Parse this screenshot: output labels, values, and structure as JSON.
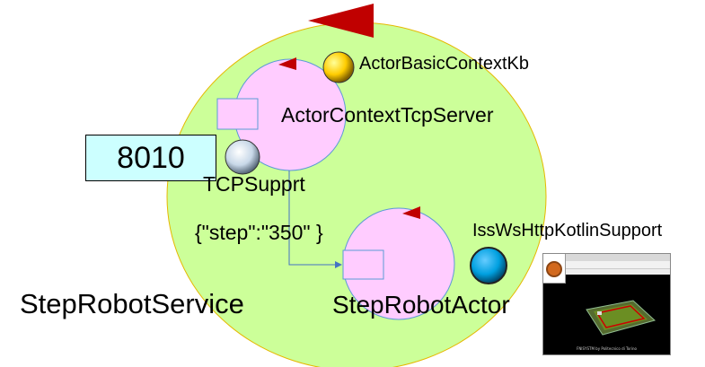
{
  "service": {
    "label": "StepRobotService"
  },
  "kb": {
    "label": "ActorBasicContextKb"
  },
  "server_actor": {
    "label": "ActorContextTcpServer"
  },
  "tcp_support": {
    "label": "TCPSupprt"
  },
  "port": {
    "value": "8010"
  },
  "message": {
    "label": "{\"step\":\"350\" }"
  },
  "robot_actor": {
    "label": "StepRobotActor"
  },
  "ws_support": {
    "label": "IssWsHttpKotlinSupport"
  },
  "colors": {
    "context_fill": "#ccff99",
    "context_stroke": "#e6b800",
    "actor_fill": "#ffccff",
    "actor_stroke": "#5b9bd5",
    "red_triangle": "#c00000",
    "port_box": "#ccffff",
    "connector": "#4472c4",
    "kb_ball": "#ffcc00",
    "tcp_ball": "#c8d8e8",
    "ws_ball": "#00a0e0"
  },
  "icons": [
    "red-triangle-icon",
    "kb-sphere-icon",
    "tcp-sphere-icon",
    "ws-sphere-icon",
    "robot-scene-thumbnail"
  ],
  "thumbnail": {
    "footer": "FNISYSTM by Politecnico di Torino"
  }
}
